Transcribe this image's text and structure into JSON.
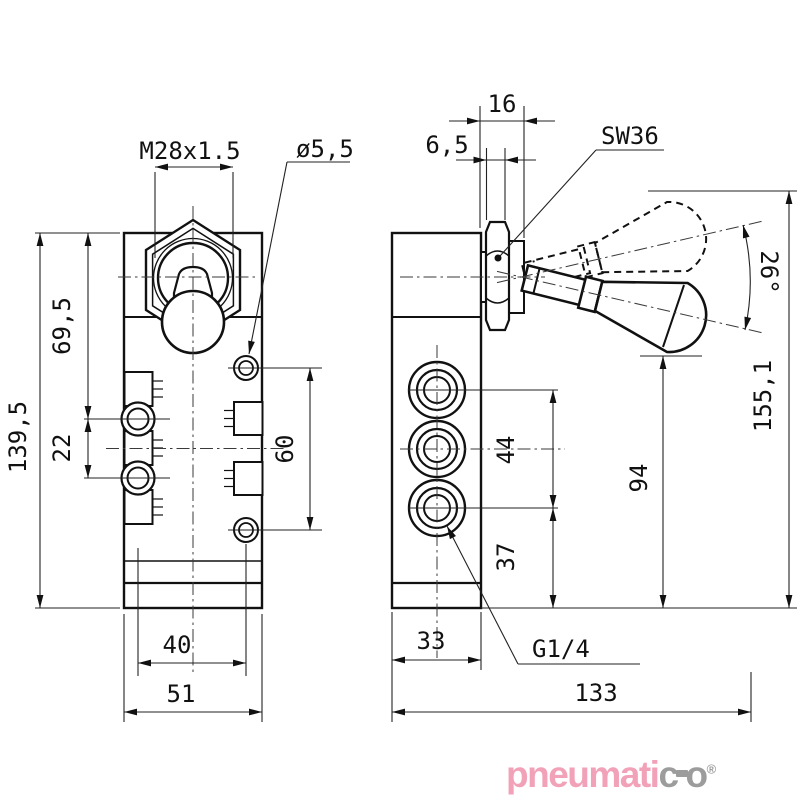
{
  "views": {
    "front": {
      "labels": {
        "thread": "M28x1.5",
        "pilot_hole": "ø5,5"
      },
      "dims": {
        "total_height": "139,5",
        "top_to_port": "69,5",
        "port_spacing": "22",
        "hole_spacing": "60",
        "hole_offset": "40",
        "width": "51"
      }
    },
    "side": {
      "labels": {
        "wrench_size": "SW36",
        "port_thread": "G1/4"
      },
      "dims": {
        "stack_width": "16",
        "nut_width": "6,5",
        "lever_angle": "26°",
        "total_height": "155,1",
        "lever_clearance": "94",
        "port_spacing": "44",
        "bottom_port_height": "37",
        "body_depth": "33",
        "total_depth": "133"
      }
    }
  },
  "logo": {
    "part_pink": "pneumati",
    "part_gray_c": "c",
    "part_gray_o": "o",
    "registered": "®"
  },
  "colors": {
    "line": "#111111",
    "logo_pink": "#f2a2b8",
    "logo_gray": "#9c9c9c"
  }
}
